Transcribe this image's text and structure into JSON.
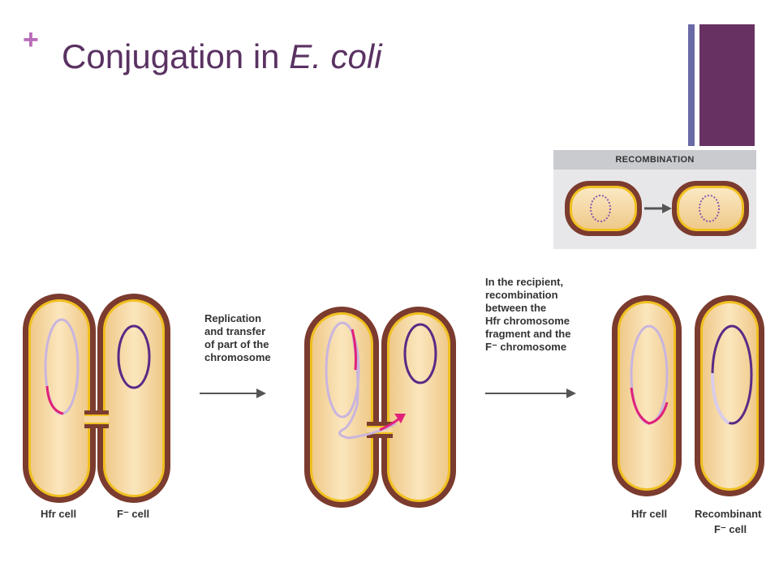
{
  "slide": {
    "bullet": "+",
    "title_main": "Conjugation in ",
    "title_italic": "E. coli"
  },
  "inset": {
    "header": "RECOMBINATION"
  },
  "labels": {
    "step1": "Replication\nand transfer\nof part of the\nchromosome",
    "step2": "In the recipient,\nrecombination\nbetween the\nHfr chromosome\nfragment and the\nF⁻ chromosome",
    "hfr_cell_left": "Hfr cell",
    "f_minus_cell": "F⁻ cell",
    "hfr_cell_right": "Hfr cell",
    "recombinant_line1": "Recombinant",
    "recombinant_line2": "F⁻ cell"
  },
  "colors": {
    "title": "#5a3262",
    "accent_plus": "#b86bb8",
    "cell_wall": "#7b3b2e",
    "cell_membrane": "#f0c020",
    "cytoplasm": "#f6d7a0",
    "hfr_chromosome": "#c9b5de",
    "f_chromosome": "#5a2a86",
    "transfer_segment": "#e0207a",
    "arrow": "#555555"
  }
}
